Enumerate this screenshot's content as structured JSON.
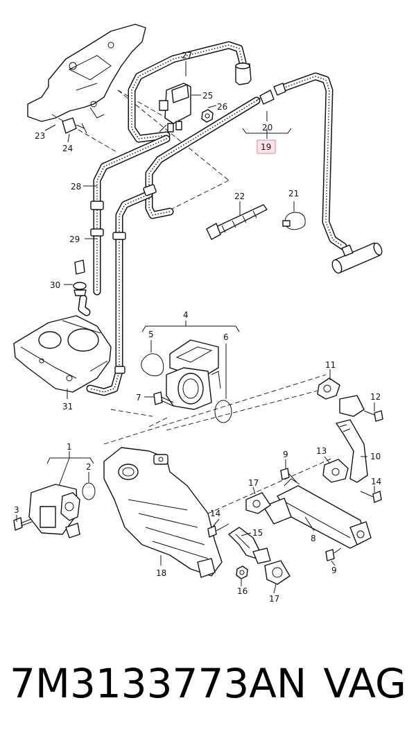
{
  "diagram": {
    "labels": {
      "p1": "1",
      "p2": "2",
      "p3": "3",
      "p4": "4",
      "p5": "5",
      "p6": "6",
      "p7": "7",
      "p8": "8",
      "p9a": "9",
      "p9b": "9",
      "p10": "10",
      "p11": "11",
      "p12": "12",
      "p13": "13",
      "p14a": "14",
      "p14b": "14",
      "p15": "15",
      "p16": "16",
      "p17a": "17",
      "p17b": "17",
      "p18": "18",
      "p19": "19",
      "p20": "20",
      "p21": "21",
      "p22": "22",
      "p23": "23",
      "p24": "24",
      "p25": "25",
      "p26": "26",
      "p27": "27",
      "p28": "28",
      "p29": "29",
      "p30": "30",
      "p31": "31"
    },
    "highlight_color": "#fce4e9"
  },
  "footer": {
    "part_number": "7M3133773AN",
    "brand": "VAG"
  }
}
